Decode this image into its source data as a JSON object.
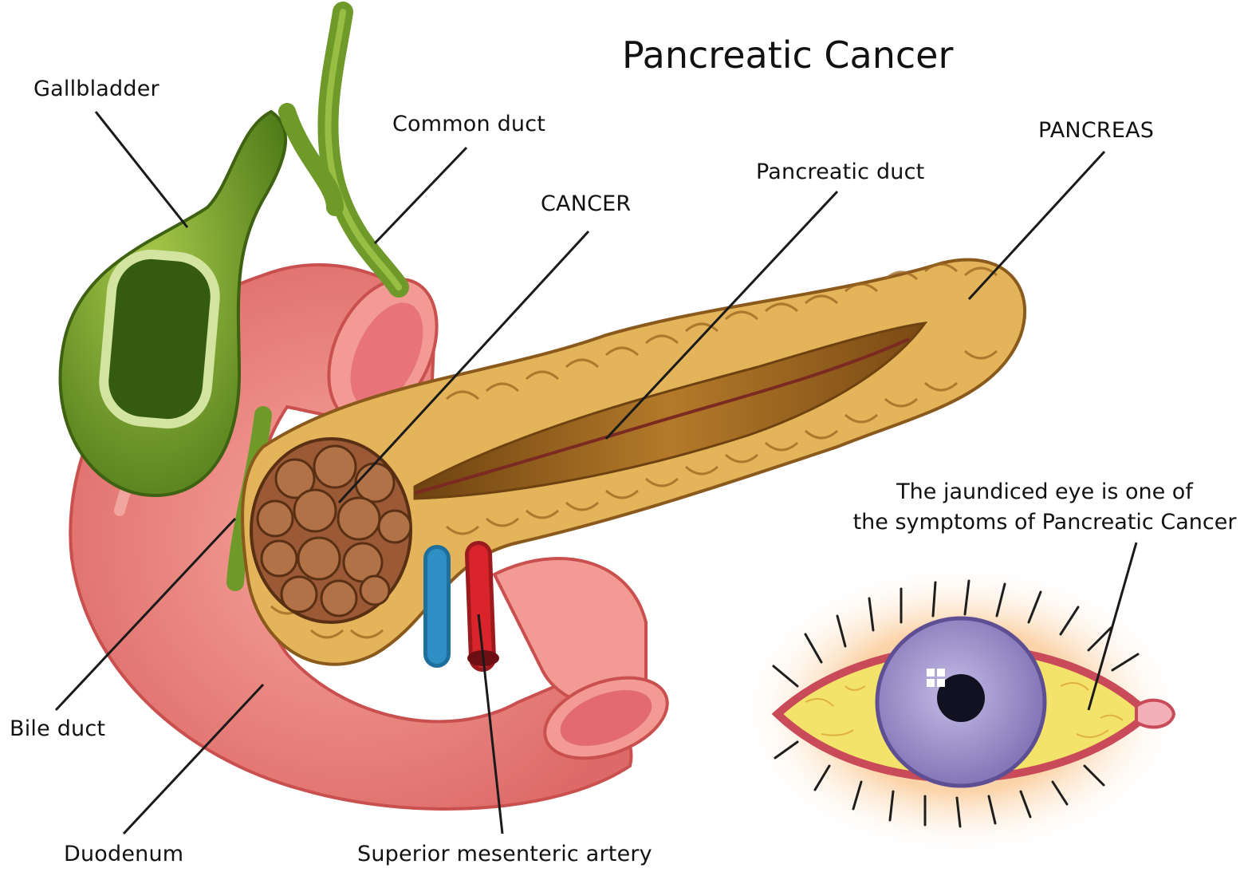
{
  "title": "Pancreatic Cancer",
  "labels": {
    "gallbladder": "Gallbladder",
    "common_duct": "Common duct",
    "cancer": "CANCER",
    "pancreatic_duct": "Pancreatic duct",
    "pancreas": "PANCREAS",
    "bile_duct": "Bile duct",
    "duodenum": "Duodenum",
    "superior_mesenteric_artery": "Superior mesenteric artery"
  },
  "note": {
    "line1": "The jaundiced eye is one of",
    "line2": "the symptoms of Pancreatic Cancer"
  },
  "colors": {
    "gallbladder": "#6f9a2a",
    "duodenum": "#ee8a82",
    "pancreas": "#e4b45a",
    "tumor": "#9b5a35",
    "vein": "#2f8fc4",
    "artery": "#d8242a",
    "sclera_jaundice": "#f4e36a",
    "iris": "#9b8fc7"
  }
}
